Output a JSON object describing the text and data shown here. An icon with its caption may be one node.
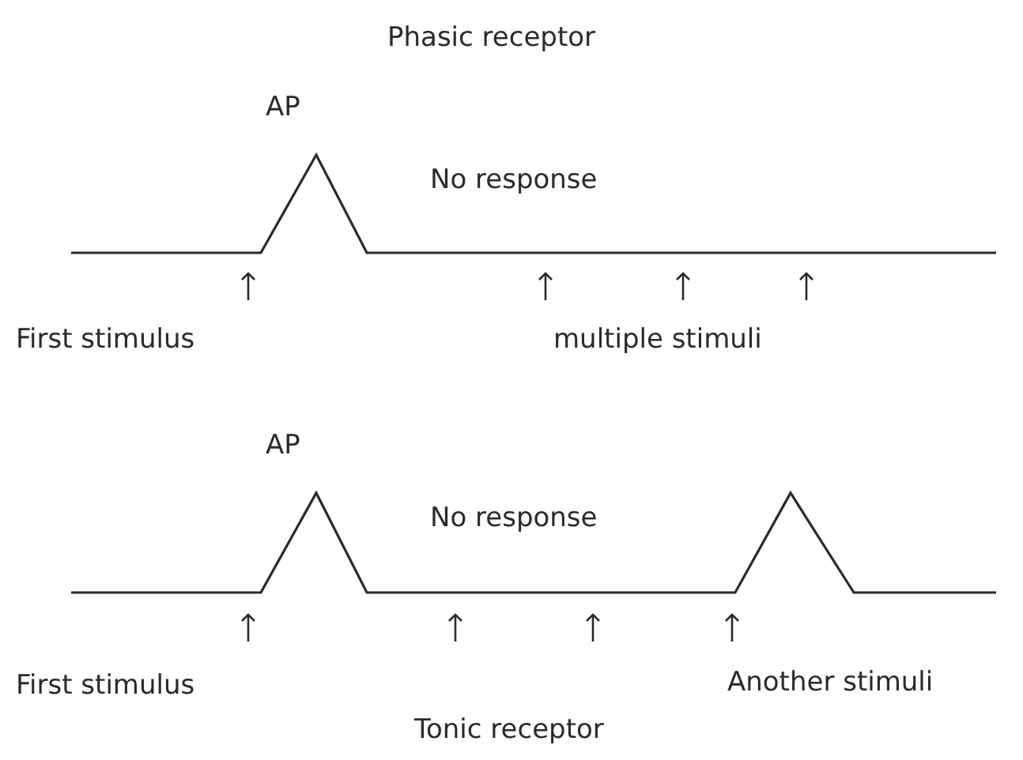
{
  "diagram": {
    "title": "Phasic receptor",
    "caption": "Tonic receptor",
    "labels": [
      "AP",
      "No response",
      "First stimulus",
      "multiple stimuli",
      "AP",
      "No response",
      "First stimulus",
      "Another stimuli"
    ]
  }
}
